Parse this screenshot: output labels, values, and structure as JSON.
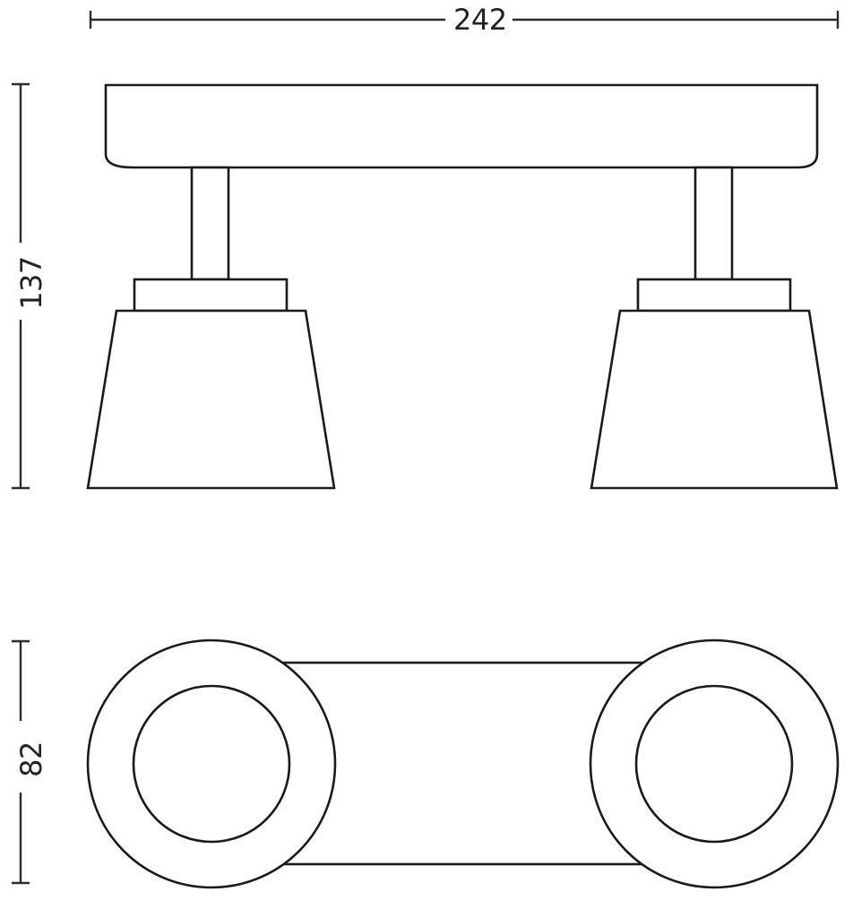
{
  "drawing": {
    "subject": "Two-spot ceiling light fixture",
    "views": {
      "side_view": "front elevation with two lamp shades",
      "top_view": "bottom/plan view with two circular heads"
    }
  },
  "dimensions": {
    "width": {
      "label": "242",
      "orientation": "horizontal"
    },
    "height": {
      "label": "137",
      "orientation": "vertical"
    },
    "depth": {
      "label": "82",
      "orientation": "vertical"
    }
  },
  "colors": {
    "line": "#1a1a1a",
    "dimension_line": "#2b2b2b",
    "background": "#ffffff"
  }
}
